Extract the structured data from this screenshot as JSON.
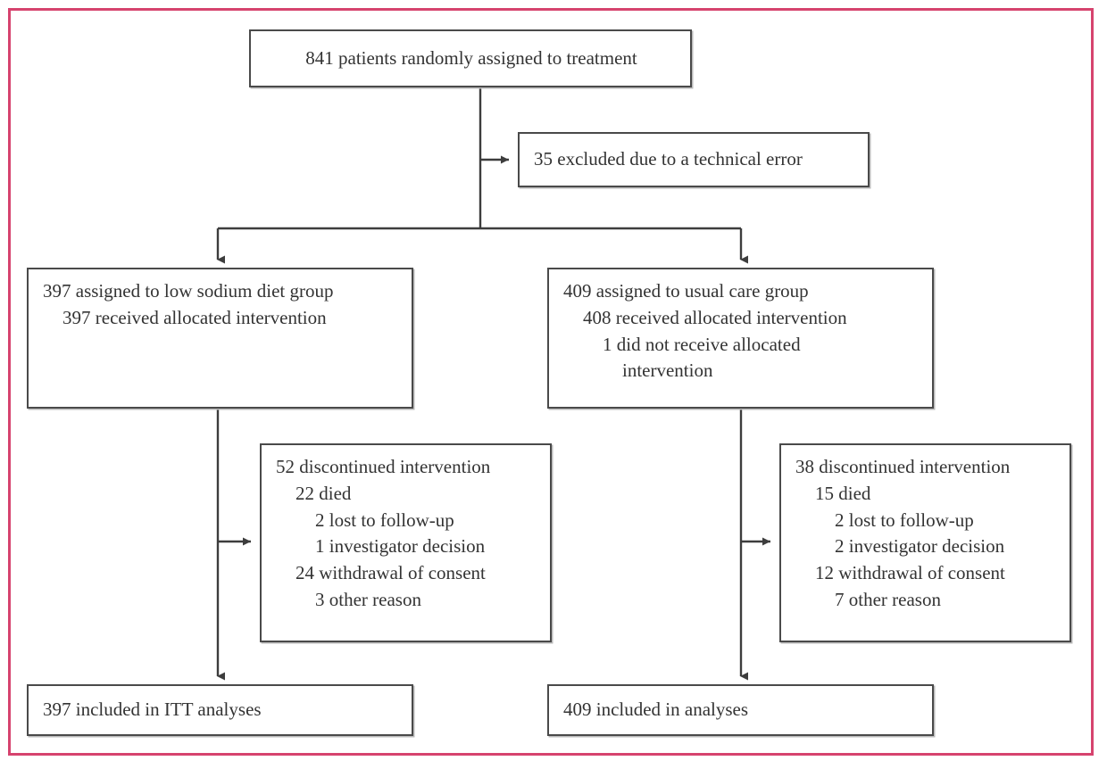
{
  "figure": {
    "type": "consort-flow-diagram",
    "frame_color": "#d6436e",
    "box_border_color": "#4a4a4a",
    "text_color": "#333333"
  },
  "nodes": {
    "randomised": {
      "label": "841 patients randomly assigned to treatment",
      "count": 841
    },
    "excluded": {
      "label": "35 excluded due to a technical error",
      "count": 35
    },
    "allocation_left": {
      "line1": "397 assigned to low sodium diet group",
      "line2": "397 received allocated intervention",
      "assigned": 397,
      "received": 397
    },
    "allocation_right": {
      "line1": "409 assigned to usual care group",
      "line2": "408 received allocated intervention",
      "line3": "1 did not receive allocated",
      "line4": "intervention",
      "assigned": 409,
      "received": 408,
      "not_received": 1
    },
    "discontinued_left": {
      "line1": "52 discontinued intervention",
      "line2": "22 died",
      "line3": "2 lost to follow-up",
      "line4": "1 investigator decision",
      "line5": "24 withdrawal of consent",
      "line6": "3 other reason",
      "total": 52,
      "died": 22,
      "lost_to_followup": 2,
      "investigator_decision": 1,
      "withdrawal_of_consent": 24,
      "other_reason": 3
    },
    "discontinued_right": {
      "line1": "38 discontinued intervention",
      "line2": "15 died",
      "line3": "2 lost to follow-up",
      "line4": "2 investigator decision",
      "line5": "12 withdrawal of consent",
      "line6": "7 other reason",
      "total": 38,
      "died": 15,
      "lost_to_followup": 2,
      "investigator_decision": 2,
      "withdrawal_of_consent": 12,
      "other_reason": 7
    },
    "analysis_left": {
      "label": "397 included in ITT analyses",
      "count": 397
    },
    "analysis_right": {
      "label": "409 included in analyses",
      "count": 409
    }
  }
}
